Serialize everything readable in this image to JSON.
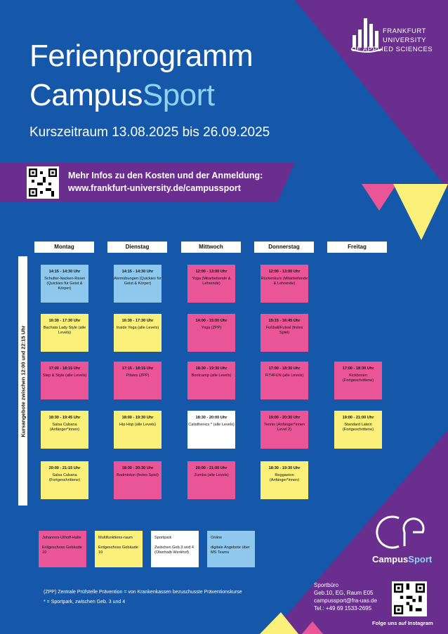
{
  "title": {
    "line1": "Ferienprogramm",
    "line2a": "Campus",
    "line2b": "Sport"
  },
  "period": "Kurszeitraum 13.08.2025 bis 26.09.2025",
  "info": {
    "line1": "Mehr Infos zu den Kosten und der Anmeldung:",
    "line2": "www.frankfurt-university.de/campussport"
  },
  "university": {
    "line1": "FRANKFURT",
    "line2": "UNIVERSITY",
    "line3": "OF APPLIED SCIENCES"
  },
  "side_label": "Kursangebote zwischen 12:00 und 22:15 Uhr",
  "days": [
    "Montag",
    "Dienstag",
    "Mittwoch",
    "Donnerstag",
    "Freitag"
  ],
  "courses": [
    {
      "time": "14:15 - 14:30 Uhr",
      "name": "Schulter-Nacken-Reset (Quickies für Geist & Körper)",
      "color": "blue"
    },
    {
      "time": "14:15 - 14:30 Uhr",
      "name": "Atemübungen (Quickies für Geist & Körper)",
      "color": "blue"
    },
    {
      "time": "12:00 - 13:00 Uhr",
      "name": "Yoga (Mitarbeitende & Lehrende)",
      "color": "pink"
    },
    {
      "time": "12:00 - 13:00  Uhr",
      "name": "Rückenkurs (Mitarbeitende & Lehrende)",
      "color": "pink"
    },
    {
      "time": "16:30 - 17:30 Uhr",
      "name": "Bachata Lady Style (alle Levels)",
      "color": "yellow"
    },
    {
      "time": "16:30 - 17:30 Uhr",
      "name": "Inside Yoga (alle Levels)",
      "color": "yellow"
    },
    {
      "time": "14:00 - 15:00 Uhr",
      "name": "Yoga (ZPP)",
      "color": "pink"
    },
    {
      "time": "15:15 - 16:45 Uhr",
      "name": "Fußball/Futsal (freies Spiel)",
      "color": "pink"
    },
    {
      "time": "17:00 - 18:15 Uhr",
      "name": "Step & Style (alle Levels)",
      "color": "pink"
    },
    {
      "time": "17:15 - 18:15 Uhr",
      "name": "Pilates (ZPP)",
      "color": "pink"
    },
    {
      "time": "18:30 - 19:30  Uhr",
      "name": "Bootcamp (alle Levels)",
      "color": "pink"
    },
    {
      "time": "17:00 - 18:30 Uhr",
      "name": "FIT4FUN (alle Levels)",
      "color": "pink"
    },
    {
      "time": "17:00 - 18:30 Uhr",
      "name": "Kickboxen (Fortgeschrittene)",
      "color": "pink"
    },
    {
      "time": "18:30 - 19:45 Uhr",
      "name": "Salsa Cubana (Anfänger*innen)",
      "color": "yellow"
    },
    {
      "time": "18:00 - 19:30 Uhr",
      "name": "Hip Hop (alle Levels)",
      "color": "yellow"
    },
    {
      "time": "18:30 - 20:00 Uhr",
      "name": "Calisthenics * (alle Levels)",
      "color": "white"
    },
    {
      "time": "19:00 - 20:30 Uhr",
      "name": "Tennis (Anfänger*innen Level 2)",
      "color": "pink"
    },
    {
      "time": "19:00 - 21:00  Uhr",
      "name": "Standard Latein (Fortgeschrittene)",
      "color": "yellow"
    },
    {
      "time": "20:00 - 21:15 Uhr",
      "name": "Salsa Cubana (Fortgeschrittene)",
      "color": "yellow"
    },
    {
      "time": "18:30 - 20:30 Uhr",
      "name": "Badminton (freies Spiel)",
      "color": "pink"
    },
    {
      "time": "20:00 - 21:00 Uhr",
      "name": "Zumba (alle Levels)",
      "color": "pink"
    },
    {
      "time": "18:30 - 19:30 Uhr",
      "name": "Reggaeton (Anfänger*innen)",
      "color": "yellow"
    }
  ],
  "legend": [
    {
      "name": "Johannes-Uthoff-Halle",
      "detail": "Erdgeschoss Gebäude 10",
      "color": "pink"
    },
    {
      "name": "Multifunktions-raum",
      "detail": "Erdgeschoss Gebäude 10",
      "color": "yellow"
    },
    {
      "name": "Sportpark",
      "detail": "Zwischen Geb.3 und 4 (Oberhalb Werkhof)",
      "color": "white"
    },
    {
      "name": "Online",
      "detail": "digitale Angebote über MS Teams",
      "color": "blue"
    }
  ],
  "footnotes": {
    "zpp": "(ZPP) Zentrale Prüfstelle Prävention = von Krankenkassen bezuschusste Präventionskurse",
    "star": "*  = Sportpark, zwischen Geb. 3 und 4"
  },
  "brand": {
    "a": "Campus",
    "b": "Sport"
  },
  "contact": {
    "l1": "Sportbüro",
    "l2": "Geb.10, EG, Raum E05",
    "l3": "campussport@fra-uas.de",
    "l4": "Tel.: +49 69 1533-2695"
  },
  "instagram": "Folge uns auf Instagram",
  "colors": {
    "background": "#1557a8",
    "purple": "#6a2e8f",
    "pink": "#ea5597",
    "yellow": "#fbf17a",
    "blue": "#8ec8ec",
    "accent": "#8fd3f4"
  }
}
